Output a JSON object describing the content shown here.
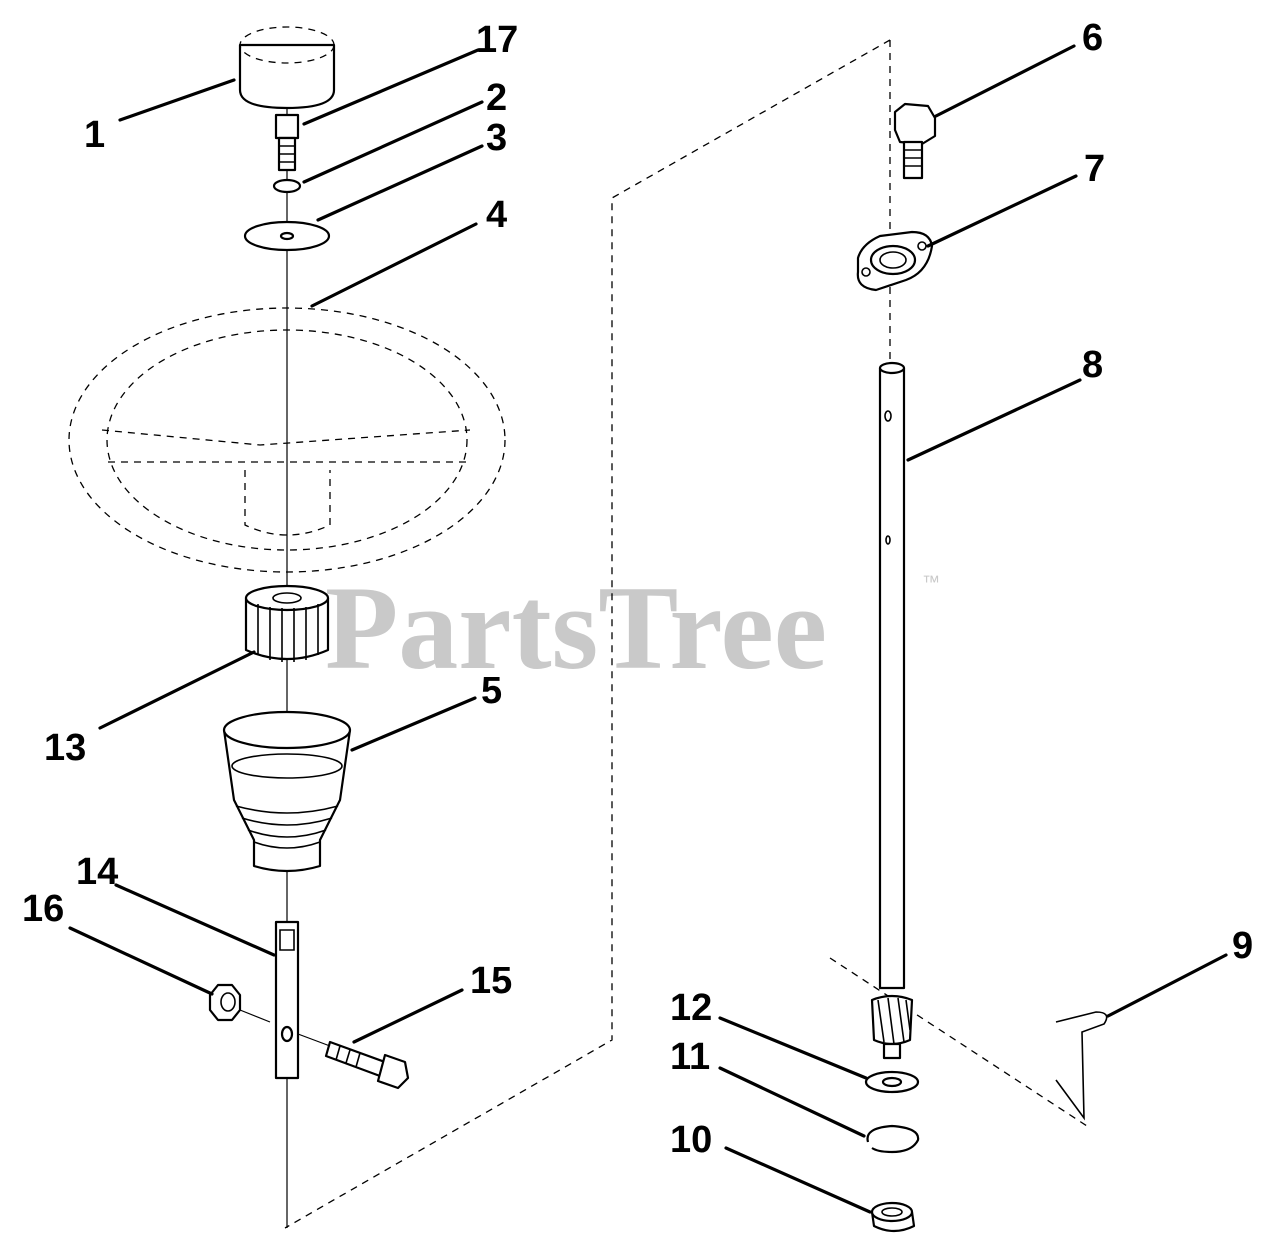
{
  "diagram": {
    "watermark": {
      "text": "PartsTree",
      "trademark": "™"
    },
    "callouts": [
      {
        "id": "1",
        "label": "1"
      },
      {
        "id": "2",
        "label": "2"
      },
      {
        "id": "3",
        "label": "3"
      },
      {
        "id": "4",
        "label": "4"
      },
      {
        "id": "5",
        "label": "5"
      },
      {
        "id": "6",
        "label": "6"
      },
      {
        "id": "7",
        "label": "7"
      },
      {
        "id": "8",
        "label": "8"
      },
      {
        "id": "9",
        "label": "9"
      },
      {
        "id": "10",
        "label": "10"
      },
      {
        "id": "11",
        "label": "11"
      },
      {
        "id": "12",
        "label": "12"
      },
      {
        "id": "13",
        "label": "13"
      },
      {
        "id": "14",
        "label": "14"
      },
      {
        "id": "15",
        "label": "15"
      },
      {
        "id": "16",
        "label": "16"
      },
      {
        "id": "17",
        "label": "17"
      }
    ]
  }
}
